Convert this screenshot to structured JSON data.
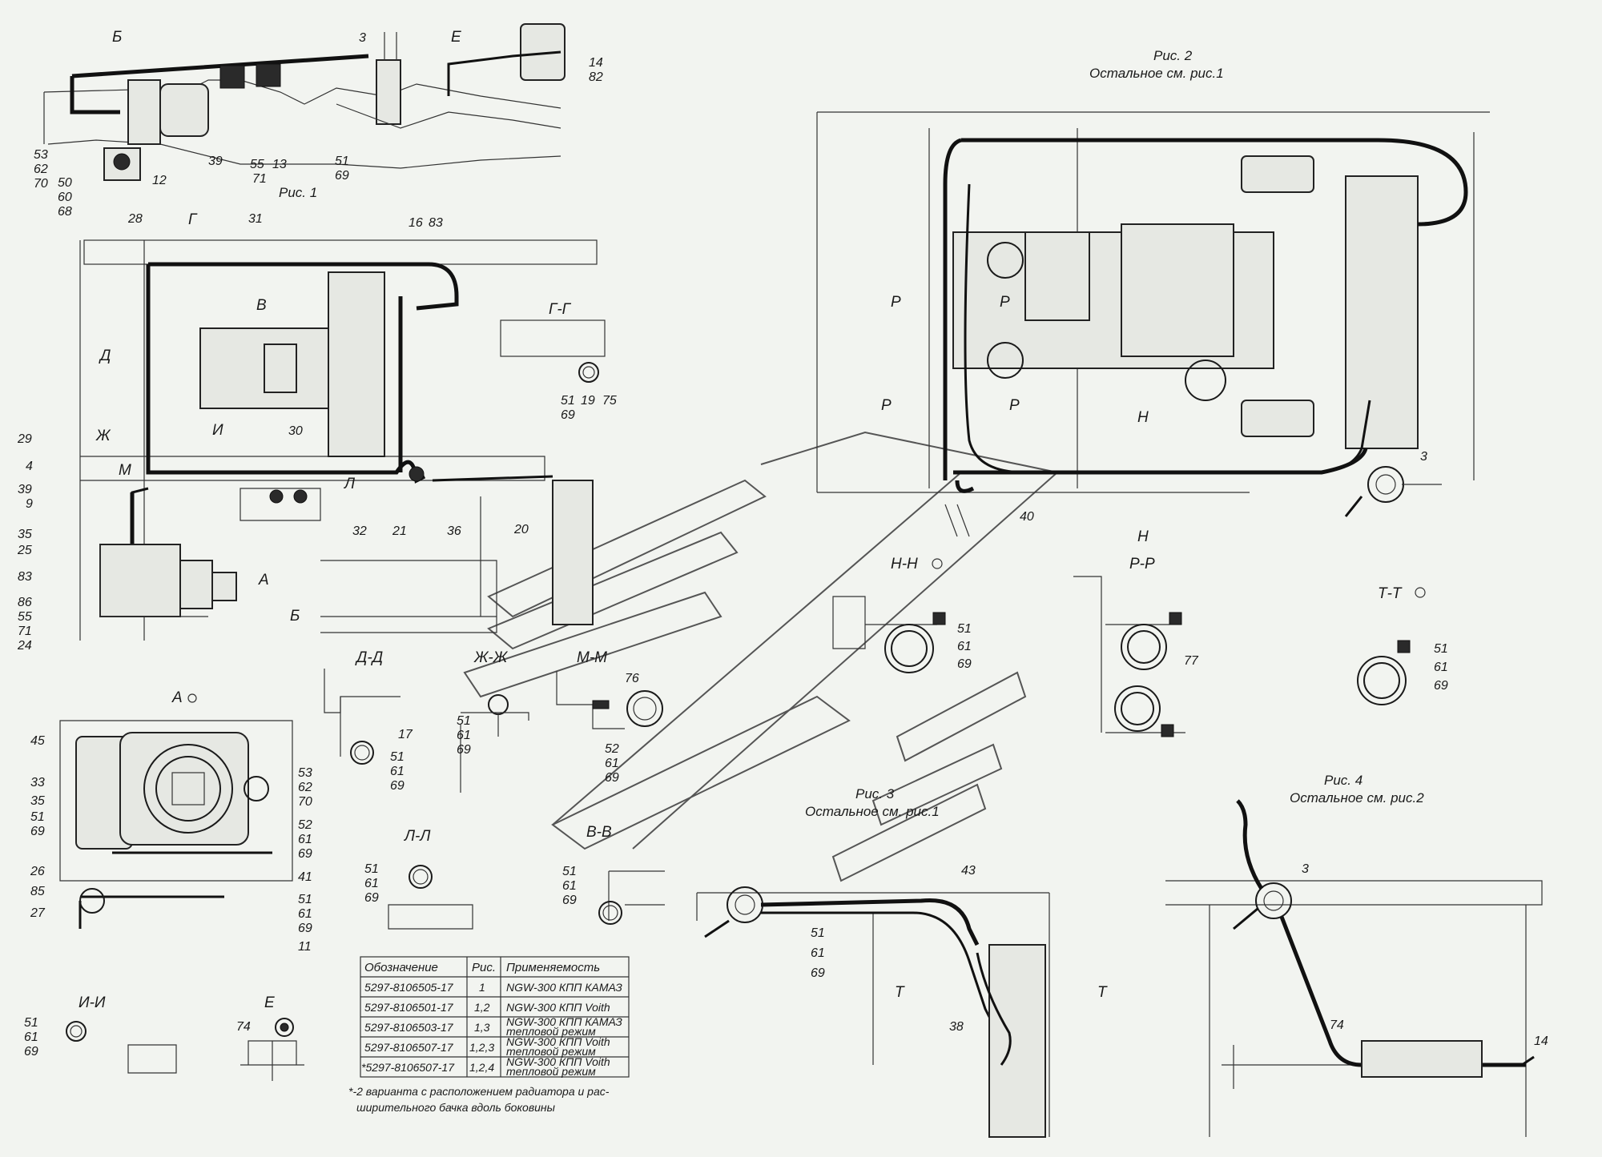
{
  "captions": {
    "fig1": "Рис. 1",
    "fig2_title": "Рис. 2",
    "fig2_sub": "Остальное см. рис.1",
    "fig3_title": "Рис. 3",
    "fig3_sub": "Остальное см. рис.1",
    "fig4_title": "Рис. 4",
    "fig4_sub": "Остальное см. рис.2"
  },
  "sections": {
    "b_view": "Б",
    "e_top": "Е",
    "g_g": "Г-Г",
    "d_d": "Д-Д",
    "zh_zh": "Ж-Ж",
    "m_m": "М-М",
    "l_l": "Л-Л",
    "v_v": "В-В",
    "i_i": "И-И",
    "e_view": "Е",
    "a_view": "А",
    "n_n": "Н-Н",
    "r_r": "Р-Р",
    "t_t": "Т-Т"
  },
  "table": {
    "headers": [
      "Обозначение",
      "Рис.",
      "Применяемость"
    ],
    "rows": [
      {
        "code": "5297-8106505-17",
        "fig": "1",
        "use1": "NGW-300 КПП КАМАЗ",
        "use2": ""
      },
      {
        "code": "5297-8106501-17",
        "fig": "1,2",
        "use1": "NGW-300 КПП Voith",
        "use2": ""
      },
      {
        "code": "5297-8106503-17",
        "fig": "1,3",
        "use1": "NGW-300 КПП КАМАЗ",
        "use2": "тепловой режим"
      },
      {
        "code": "5297-8106507-17",
        "fig": "1,2,3",
        "use1": "NGW-300 КПП Voith",
        "use2": "тепловой режим"
      },
      {
        "code": "*5297-8106507-17",
        "fig": "1,2,4",
        "use1": "NGW-300 КПП Voith",
        "use2": "тепловой режим"
      }
    ],
    "note1": "*-2 варианта с расположением радиатора и рас-",
    "note2": "ширительного бачка вдоль боковины"
  },
  "labels": {
    "b": {
      "n3": "3",
      "n14": "14",
      "n82": "82",
      "n53": "53",
      "n62": "62",
      "n70": "70",
      "n50": "50",
      "n60": "60",
      "n68": "68",
      "n12": "12",
      "n39": "39",
      "n55": "55",
      "n13": "13",
      "n71": "71",
      "n51": "51",
      "n69": "69"
    },
    "f1": {
      "n28": "28",
      "n31": "31",
      "n16": "16",
      "n83": "83",
      "n29": "29",
      "n4": "4",
      "n39": "39",
      "n9": "9",
      "n35": "35",
      "n25": "25",
      "n83b": "83",
      "n86": "86",
      "n55": "55",
      "n71": "71",
      "n24": "24",
      "n32": "32",
      "n21": "21",
      "n36": "36",
      "n20": "20",
      "n30": "30",
      "gg51": "51",
      "gg19": "19",
      "gg75": "75",
      "gg69": "69",
      "sG": "Г",
      "sV": "В",
      "sD": "Д",
      "sZh": "Ж",
      "sI": "И",
      "sM": "М",
      "sL": "Л",
      "sA": "А",
      "sB": "Б"
    },
    "dd": {
      "n17": "17",
      "n51": "51",
      "n61": "61",
      "n69": "69"
    },
    "mm": {
      "n76": "76",
      "n52": "52",
      "n61": "61",
      "n69": "69"
    },
    "zh": {
      "n51": "51",
      "n61": "61",
      "n69": "69"
    },
    "a": {
      "n45": "45",
      "n33": "33",
      "n35": "35",
      "n51": "51",
      "n69": "69",
      "n26": "26",
      "n85": "85",
      "n27": "27",
      "n53": "53",
      "n62": "62",
      "n70": "70",
      "n52": "52",
      "n61": "61",
      "n69b": "69",
      "n41": "41",
      "n51b": "51",
      "n61b": "61",
      "n69c": "69",
      "n11": "11"
    },
    "ll": {
      "n51": "51",
      "n61": "61",
      "n69": "69"
    },
    "vv": {
      "n51": "51",
      "n61": "61",
      "n69": "69"
    },
    "ii": {
      "n51": "51",
      "n61": "61",
      "n69": "69"
    },
    "e": {
      "n74": "74"
    },
    "f2": {
      "n3": "3",
      "n40": "40",
      "sP": "Р",
      "sH": "Н"
    },
    "nn": {
      "n51": "51",
      "n61": "61",
      "n69": "69"
    },
    "rr": {
      "n77": "77"
    },
    "tt": {
      "n51": "51",
      "n61": "61",
      "n69": "69"
    },
    "f3": {
      "n43": "43",
      "n51": "51",
      "n61": "61",
      "n69": "69",
      "n38": "38",
      "sT": "Т"
    },
    "f4": {
      "n3": "3",
      "n74": "74",
      "n14": "14"
    }
  }
}
